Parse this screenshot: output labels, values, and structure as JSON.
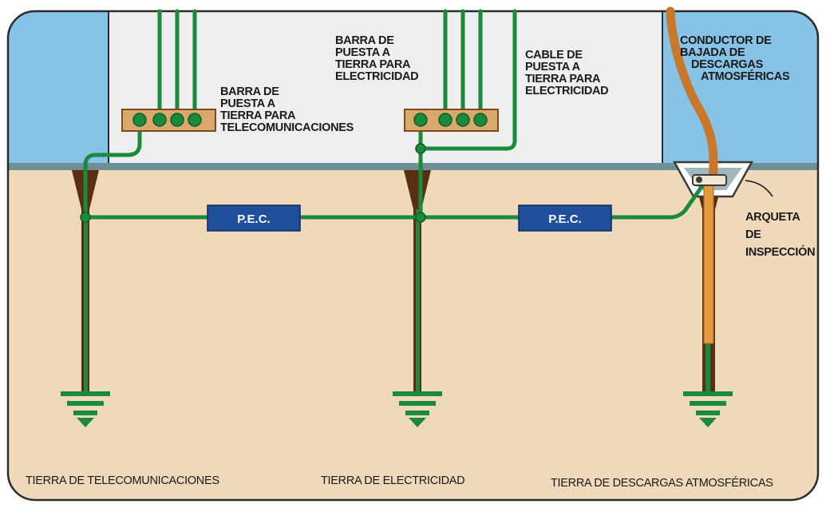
{
  "colors": {
    "sky": "#87c3e6",
    "soil": "#f0d9bb",
    "building": "#eeeeee",
    "ground_line": "#6e8f96",
    "wire": "#1a8a3c",
    "rod": "#5a2e12",
    "bar": "#d9a86a",
    "pec_box": "#1f4e9a",
    "lightning_conductor": "#c9772a"
  },
  "labels": {
    "telecom_bar": [
      "BARRA DE",
      "PUESTA A",
      "TIERRA PARA",
      "TELECOMUNICACIONES"
    ],
    "electric_bar": [
      "BARRA DE",
      "PUESTA A",
      "TIERRA PARA",
      "ELECTRICIDAD"
    ],
    "electric_cable": [
      "CABLE DE",
      "PUESTA A",
      "TIERRA PARA",
      "ELECTRICIDAD"
    ],
    "lightning_conductor": [
      "CONDUCTOR DE",
      "BAJADA DE",
      "DESCARGAS",
      "ATMOSFÉRICAS"
    ],
    "inspection_box": [
      "ARQUETA",
      "DE",
      "INSPECCIÓN"
    ],
    "pec_left": "P.E.C.",
    "pec_right": "P.E.C."
  },
  "grounds": {
    "telecom": "TIERRA DE TELECOMUNICACIONES",
    "electric": "TIERRA DE ELECTRICIDAD",
    "lightning": "TIERRA DE DESCARGAS ATMOSFÉRICAS"
  }
}
